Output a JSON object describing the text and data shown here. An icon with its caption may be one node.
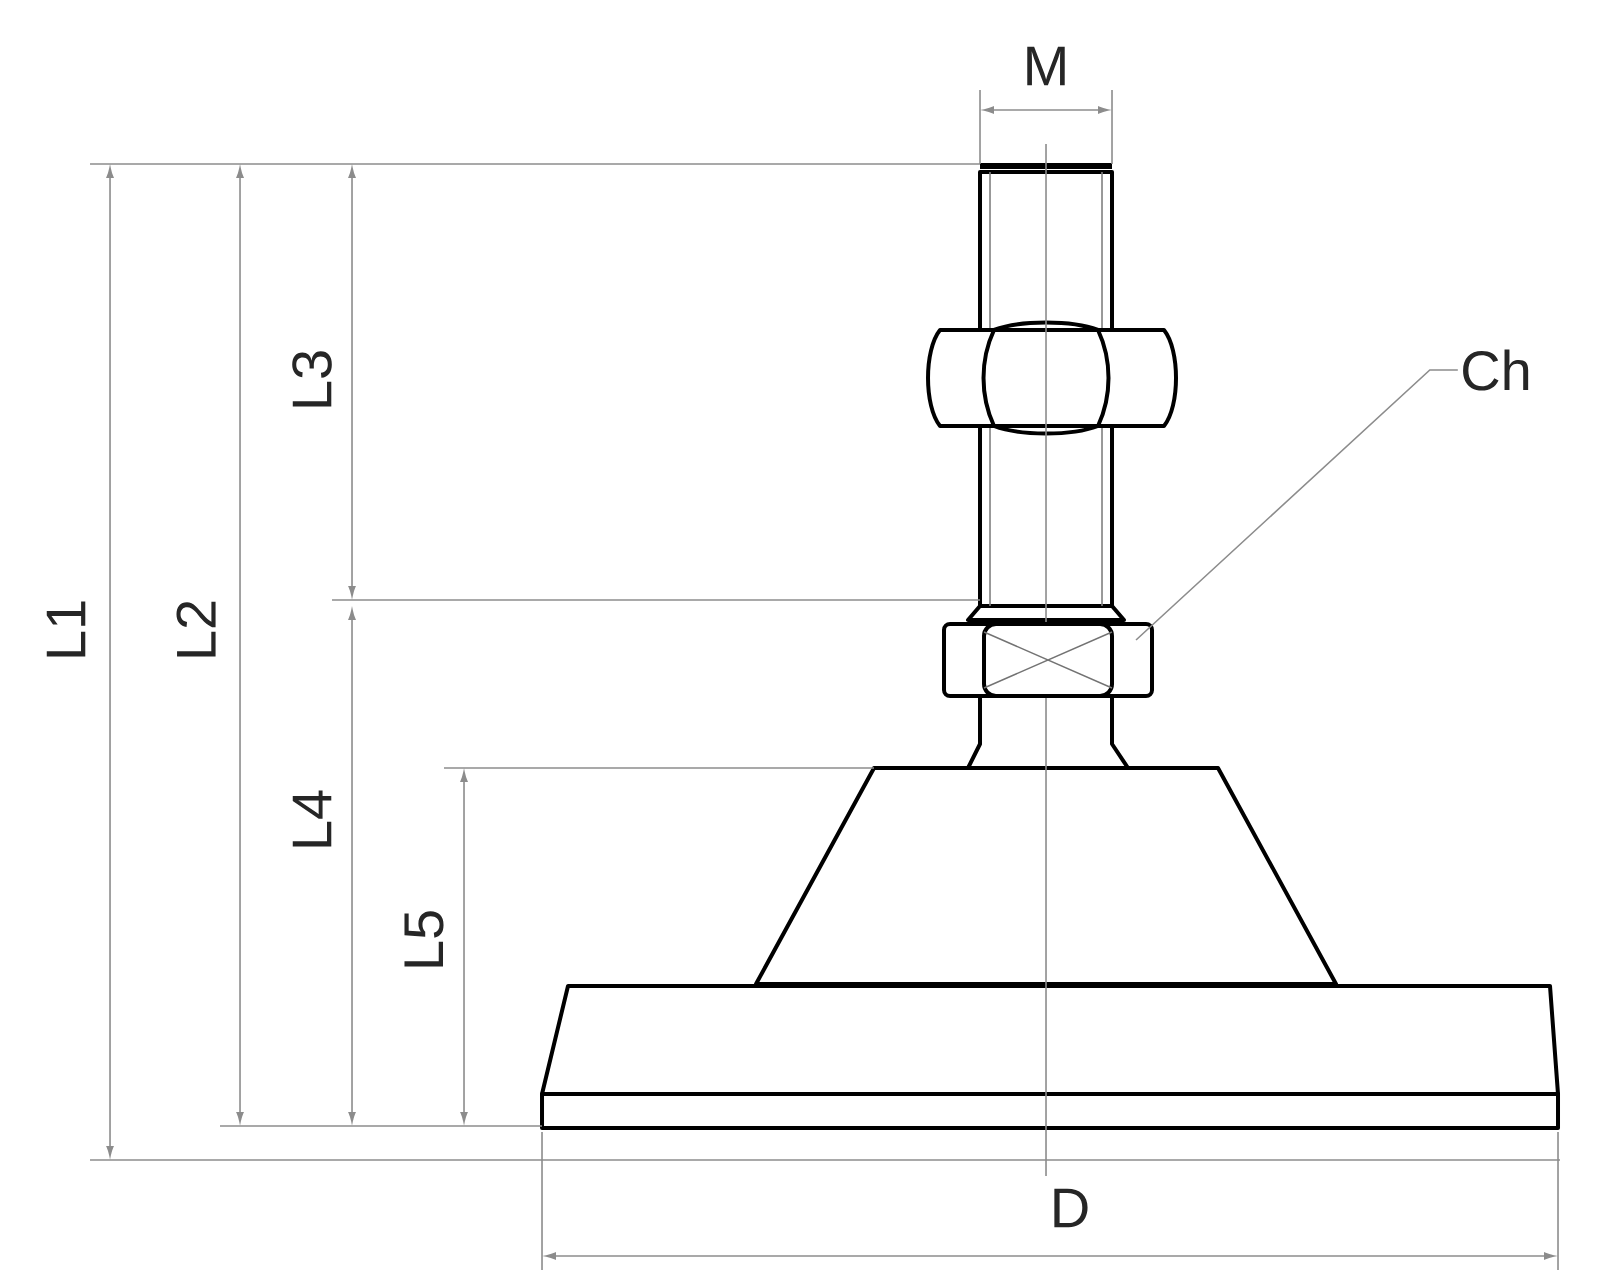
{
  "diagram": {
    "nodes": [
      {
        "text": [
          "Ch"
        ]
      },
      {
        "text": [],
        "shape": "picture"
      }
    ],
    "edges": [
      {
        "from": 0,
        "to": 1,
        "arrow": "none"
      }
    ],
    "labels": [
      "M",
      "L1",
      "L2",
      "L3",
      "L4",
      "L5",
      "D"
    ]
  }
}
